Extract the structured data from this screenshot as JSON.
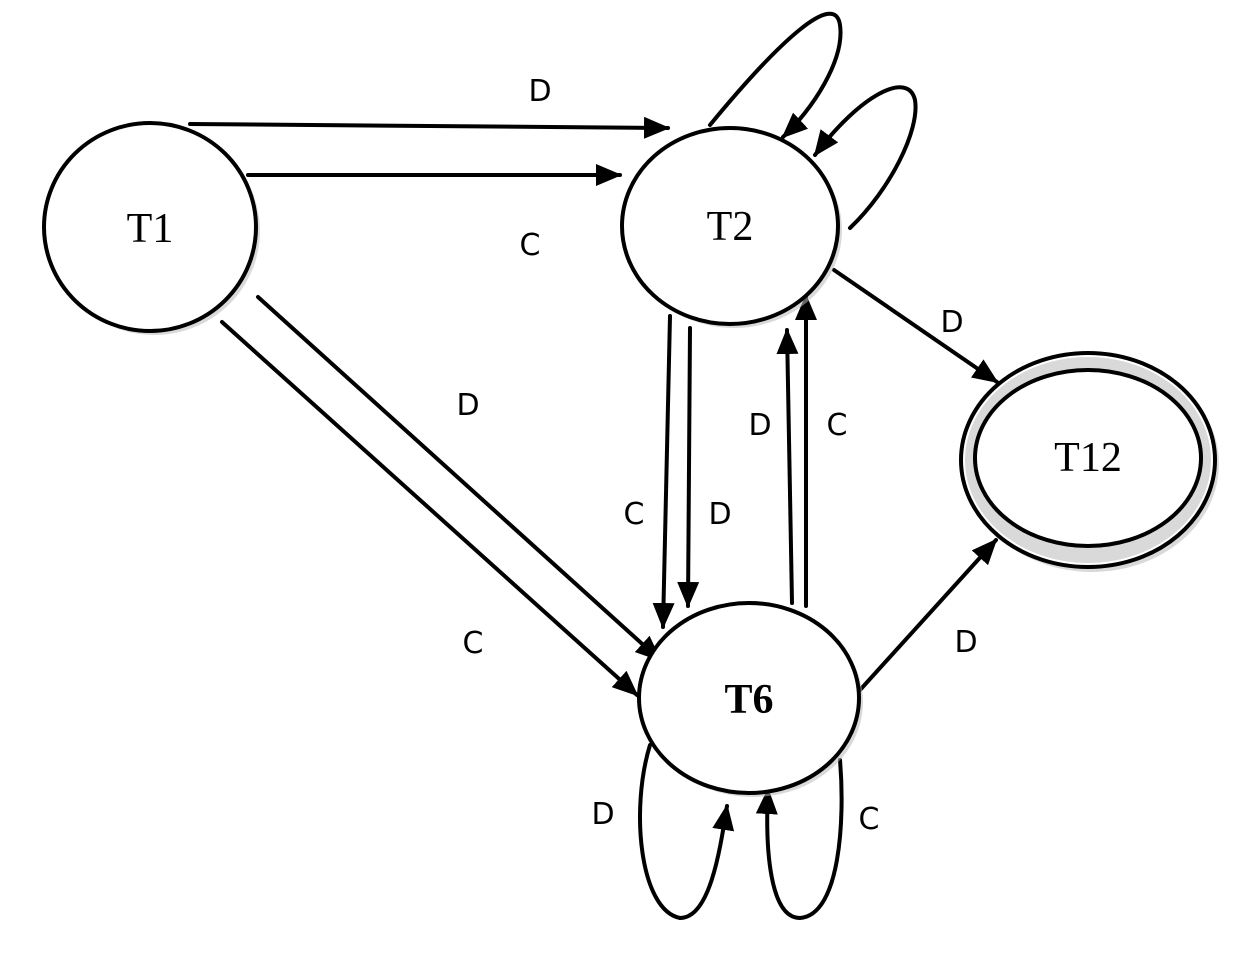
{
  "diagram": {
    "type": "state-transition",
    "states": [
      {
        "id": "T1",
        "label": "T1"
      },
      {
        "id": "T2",
        "label": "T2"
      },
      {
        "id": "T6",
        "label": "T6"
      },
      {
        "id": "T12",
        "label": "T12",
        "accepting": true
      }
    ],
    "transitions": [
      {
        "from": "T1",
        "to": "T2",
        "label": "D"
      },
      {
        "from": "T1",
        "to": "T2",
        "label": "C"
      },
      {
        "from": "T1",
        "to": "T6",
        "label": "D"
      },
      {
        "from": "T1",
        "to": "T6",
        "label": "C"
      },
      {
        "from": "T2",
        "to": "T2",
        "label": ""
      },
      {
        "from": "T2",
        "to": "T2",
        "label": ""
      },
      {
        "from": "T2",
        "to": "T6",
        "label": "C"
      },
      {
        "from": "T2",
        "to": "T6",
        "label": "D"
      },
      {
        "from": "T6",
        "to": "T2",
        "label": "D"
      },
      {
        "from": "T6",
        "to": "T2",
        "label": "C"
      },
      {
        "from": "T2",
        "to": "T12",
        "label": "D"
      },
      {
        "from": "T6",
        "to": "T12",
        "label": "D"
      },
      {
        "from": "T6",
        "to": "T6",
        "label": "D"
      },
      {
        "from": "T6",
        "to": "T6",
        "label": "C"
      }
    ]
  }
}
